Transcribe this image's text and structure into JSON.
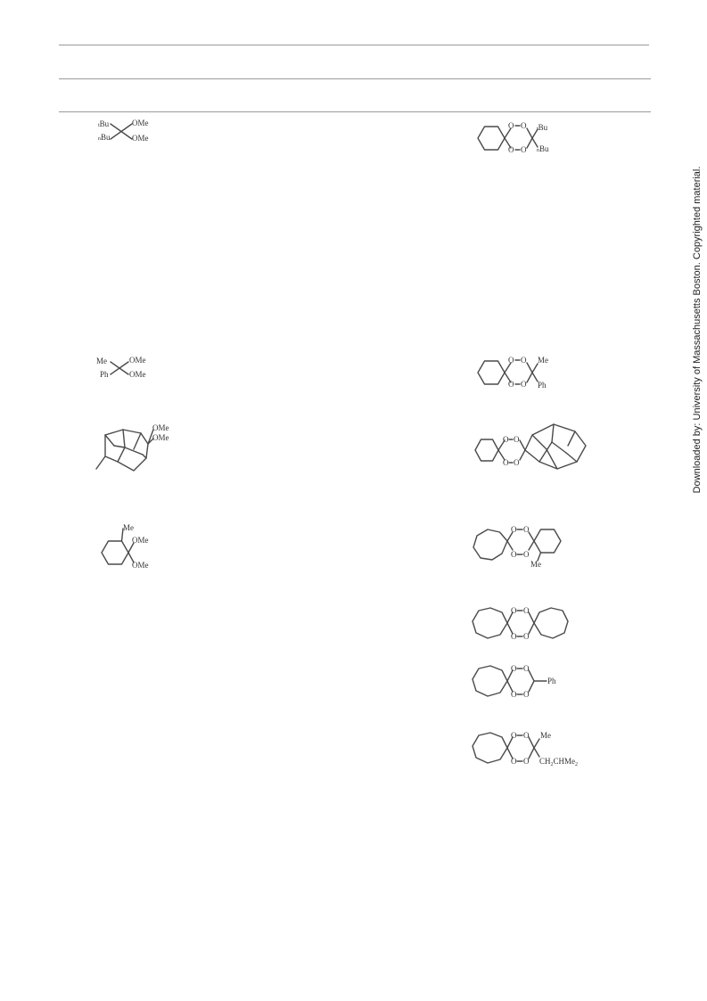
{
  "watermark": "Downloaded by: University of Massachusetts Boston. Copyrighted material.",
  "labels": {
    "tbu": "t",
    "bu": "Bu",
    "nbu": "n",
    "ome": "OMe",
    "o": "O",
    "me": "Me",
    "ph": "Ph",
    "ch2chme2": "CH2CHMe2",
    "ch": "CH",
    "sub2": "2",
    "chme": "CHMe"
  }
}
